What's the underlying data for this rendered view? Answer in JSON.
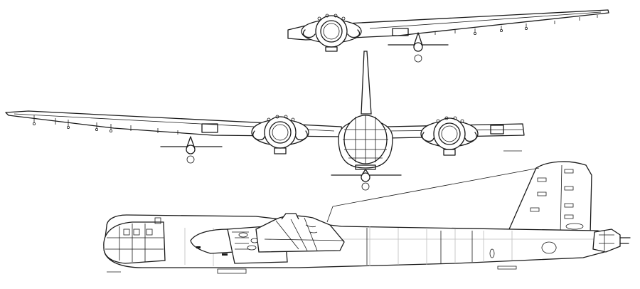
{
  "drawing": {
    "background": "#ffffff",
    "line_color": "#1a1a1a",
    "views": [
      "front-view-partial",
      "front-view",
      "side-view"
    ]
  }
}
